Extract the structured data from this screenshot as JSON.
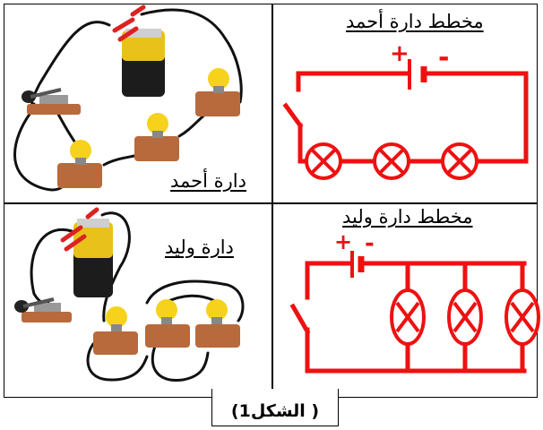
{
  "panels": {
    "ahmad_diagram_title": "مخطط دارة  أحمد",
    "ahmad_circuit_label": "دارة أحمد",
    "walid_diagram_title": "مخطط دارة  وليد",
    "walid_circuit_label": "دارة  وليد"
  },
  "polarity": {
    "plus": "+",
    "minus": "-"
  },
  "figure_caption": "( الشكل1)",
  "colors": {
    "wire": "#ee1111",
    "lamp": "#ee1111",
    "battery_body": "#e8c21a",
    "copper": "#b86a3c"
  }
}
